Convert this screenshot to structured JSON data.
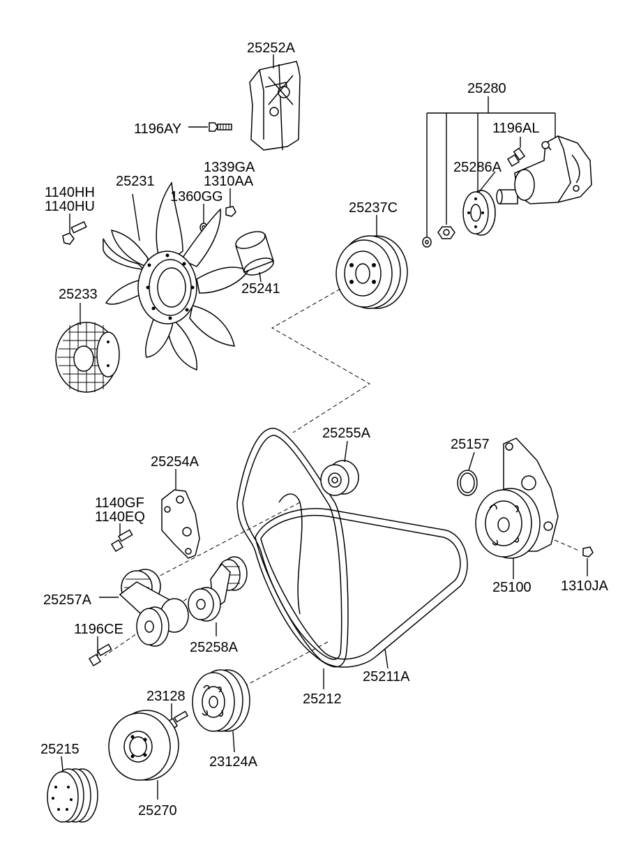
{
  "diagram": {
    "labels": {
      "l25252A": "25252A",
      "l1196AY": "1196AY",
      "l25280": "25280",
      "l1196AL": "1196AL",
      "l25286A": "25286A",
      "l1339GA": "1339GA",
      "l1310AA": "1310AA",
      "l1360GG": "1360GG",
      "l25231": "25231",
      "l1140HH": "1140HH",
      "l1140HU": "1140HU",
      "l25237C": "25237C",
      "l25241": "25241",
      "l25233": "25233",
      "l25255A": "25255A",
      "l25157": "25157",
      "l25254A": "25254A",
      "l1140GF": "1140GF",
      "l1140EQ": "1140EQ",
      "l25257A": "25257A",
      "l1196CE": "1196CE",
      "l25258A": "25258A",
      "l25100": "25100",
      "l1310JA": "1310JA",
      "l25211A": "25211A",
      "l25212": "25212",
      "l23128": "23128",
      "l23124A": "23124A",
      "l25215": "25215",
      "l25270": "25270"
    }
  }
}
